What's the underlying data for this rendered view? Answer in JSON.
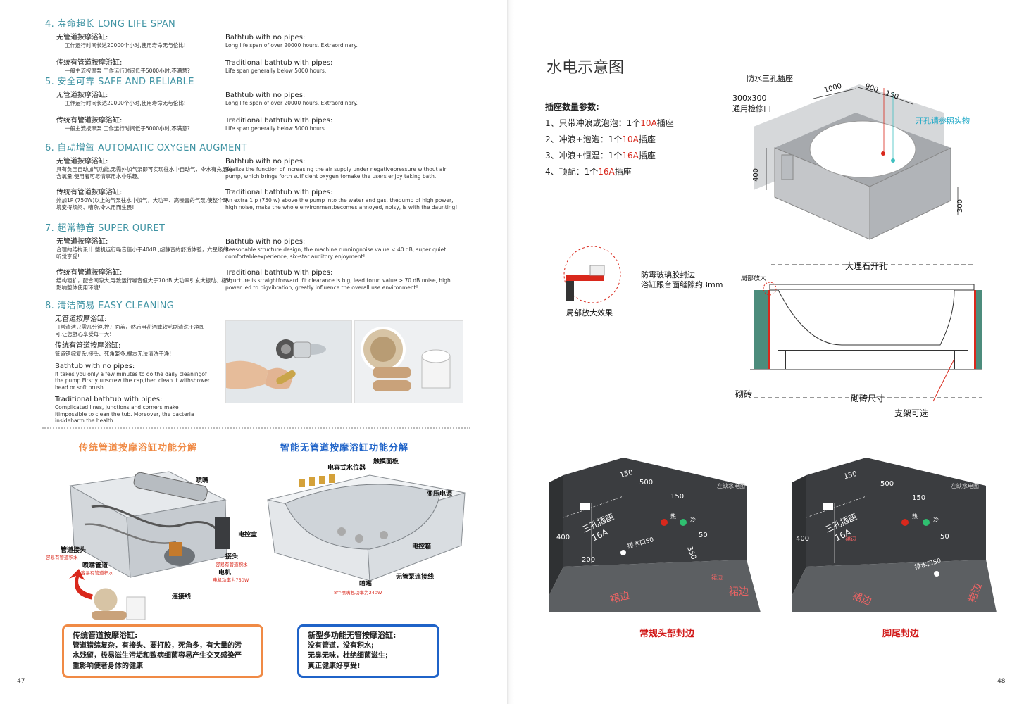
{
  "left_page": {
    "sections": [
      {
        "title": "4. 寿命超长 LONG LIFE SPAN",
        "blocks": [
          {
            "cn_head": "无管道按摩浴缸:",
            "cn_body": "工作运行时间长达20000个小时,使用寿命无与伦比!",
            "en_head": "Bathtub with no pipes:",
            "en_body": "Long life span of over 20000 hours. Extraordinary."
          },
          {
            "cn_head": "传统有管道按摩浴缸:",
            "cn_body": "一般主流按摩泵 工作运行时间低于5000小时,不满意?",
            "en_head": "Traditional bathtub with pipes:",
            "en_body": "Life span generally below 5000 hours."
          }
        ]
      },
      {
        "title": "5. 安全可靠 SAFE AND RELIABLE",
        "blocks": [
          {
            "cn_head": "无管道按摩浴缸:",
            "cn_body": "工作运行时间长达20000个小时,使用寿命无与伦比!",
            "en_head": "Bathtub with no pipes:",
            "en_body": "Long life span of over 20000 hours. Extraordinary."
          },
          {
            "cn_head": "传统有管道按摩浴缸:",
            "cn_body": "一般主流按摩泵 工作运行时间低于5000小时,不满意?",
            "en_head": "Traditional bathtub with pipes:",
            "en_body": "Life span generally below 5000 hours."
          }
        ]
      },
      {
        "title": "6. 自动增氧 AUTOMATIC OXYGEN AUGMENT",
        "blocks": [
          {
            "cn_head": "无管道按摩浴缸:",
            "cn_body": "具有负压自动加气功能,无需外加气泵即可实现往水中自动气，令水有充足的含氧量,使用者可尽情享用水中乐趣。",
            "en_head": "Bathtub with no pipes:",
            "en_body": "Realize the function of increasing the air supply under negativepressure without air pump, which brings forth sufficient oxygen tomake the users enjoy taking bath."
          },
          {
            "cn_head": "传统有管道按摩浴缸:",
            "cn_body": "外加1P (750W)以上的气泵往水中加气，大功率、高噪音的气泵,使整个环境变得烦闷、嘈杂,令人用而生畏!",
            "en_head": "Traditional bathtub with pipes:",
            "en_body": "An extra 1 p (750 w) above the pump into the water and gas, thepump of high power, high noise, make the whole environmentbecomes annoyed, noisy, is with the daunting!"
          }
        ]
      },
      {
        "title": "7. 超常静音 SUPER QURET",
        "blocks": [
          {
            "cn_head": "无管道按摩浴缸:",
            "cn_body": "合理的结构设计,整机运行噪音值小于40dB ,超静音的舒适体验，六星级的听觉享受!",
            "en_head": "Bathtub with no pipes:",
            "en_body": "Reasonable structure design, the machine runningnoise value < 40 dB, super quiet comfortableexperience, six-star auditory enjoyment!"
          },
          {
            "cn_head": "传统有管道按摩浴缸:",
            "cn_body": "结构粗犷，配合间隙大,导致运行噪音值大于70dB,大功率引发大振动、极大影响整体使用环境!",
            "en_head": "Traditional bathtub with pipes:",
            "en_body": "Structure is straightforward, fit clearance is big, lead torun value > 70 dB noise, high power led to bigvibration, greatly influence the overall use environment!"
          }
        ]
      }
    ],
    "section8": {
      "title": "8. 清洁简易 EASY CLEANING",
      "cn1_head": "无管道按摩浴缸:",
      "cn1_body": "日常清洁只需几分钟,拧开面盖，然后用花洒或软毛刷清洗干净即可,让您舒心享受每一天!",
      "cn2_head": "传统有管道按摩浴缸:",
      "cn2_body": "管道错综复杂,接头、死角繁多,根本无法清洗干净!",
      "en1_head": "Bathtub with no pipes:",
      "en1_body": "It takes you only a few minutes to do the daily cleaningof the pump.Firstly unscrew the cap,then clean it withshower head or soft brush.",
      "en2_head": "Traditional bathtub with pipes:",
      "en2_body": "Complicated lines, junctions and corners make itimpossible to clean the tub. Moreover, the bacteria insideharm the health."
    },
    "traditional_title": "传统管道按摩浴缸功能分解",
    "smart_title": "智能无管道按摩浴缸功能分解",
    "trad_labels": {
      "nozzle": "喷嘴",
      "control_box": "电控盒",
      "pipe_joint": "管道接头",
      "pipe_joint_note": "容易有管道积水",
      "jet_pipe": "喷嘴管道",
      "jet_pipe_note": "容易有管道积水",
      "connector": "接头",
      "connector_note": "容易有管道积水",
      "motor": "电机",
      "motor_note": "电机功率为750W",
      "wire": "连接线"
    },
    "smart_labels": {
      "level": "电容式水位器",
      "panel": "触摸面板",
      "transformer": "变压电源",
      "control_box": "电控箱",
      "wire": "无管泵连接线",
      "nozzle": "喷嘴",
      "nozzle_note": "8个喷嘴总功率为240W"
    },
    "trad_box": {
      "title": "传统管道按摩浴缸:",
      "lines": [
        "管道错综复杂，有接头、要打胶，死角多，有大量的污",
        "水残留，极易滋生污垢和致病细菌容易产生交叉感染严",
        "重影响使者身体的健康"
      ]
    },
    "new_box": {
      "title": "新型多功能无管按摩浴缸:",
      "lines": [
        "没有管道，没有积水;",
        "无臭无味，杜绝细菌滋生;",
        "真正健康好享受!"
      ]
    },
    "page_number": "47"
  },
  "right_page": {
    "title": "水电示意图",
    "socket_title": "插座数量参数:",
    "socket_items": [
      {
        "pre": "1、只带冲浪或泡泡：1个",
        "amp": "10A",
        "post": "插座"
      },
      {
        "pre": "2、冲浪+泡泡：1个",
        "amp": "10A",
        "post": "插座"
      },
      {
        "pre": "3、冲浪+恒温：1个",
        "amp": "16A",
        "post": "插座"
      },
      {
        "pre": "4、顶配：1个",
        "amp": "16A",
        "post": "插座"
      }
    ],
    "iso": {
      "socket": "防水三孔插座",
      "access_size": "300x300",
      "access_label": "通用检修口",
      "hole_note": "开孔请参照实物",
      "dim_1000": "1000",
      "dim_900": "900",
      "dim_150": "150",
      "dim_400": "400",
      "dim_300": "300"
    },
    "section": {
      "sealant_1": "防霉玻璃胶封边",
      "sealant_2": "浴缸跟台面缝隙约3mm",
      "detail": "局部放大效果",
      "local": "局部放大",
      "marble": "大理石开孔",
      "brick": "砌砖",
      "brick_size": "砌砖尺寸",
      "bracket": "支架可选"
    },
    "room1": {
      "d150": "150",
      "d500": "500",
      "d150b": "150",
      "hot": "热",
      "cold": "冷",
      "socket": "三孔插座",
      "amp": "16A",
      "d400": "400",
      "d50": "50",
      "drain": "排水口50",
      "d200": "200",
      "d350": "350",
      "skirt": "裙边",
      "skirt_small": "裙边",
      "skirt2": "裙边",
      "corner": "左缺水电图"
    },
    "room2": {
      "d150": "150",
      "d500": "500",
      "d150b": "150",
      "hot": "热",
      "cold": "冷",
      "socket": "三孔插座",
      "amp": "16A",
      "d400": "400",
      "d50": "50",
      "drain": "排水口50",
      "skirt": "裙边",
      "skirt2": "裙边",
      "skirt_small": "裙边",
      "corner": "左缺水电图"
    },
    "caption1": "常规头部封边",
    "caption2": "脚尾封边",
    "page_number": "48"
  },
  "colors": {
    "teal": "#3f93a3",
    "red": "#d9281c",
    "orange": "#f08a45",
    "blue": "#1f63c8",
    "wall": "#3b3d40",
    "floor": "#5c5f62"
  }
}
